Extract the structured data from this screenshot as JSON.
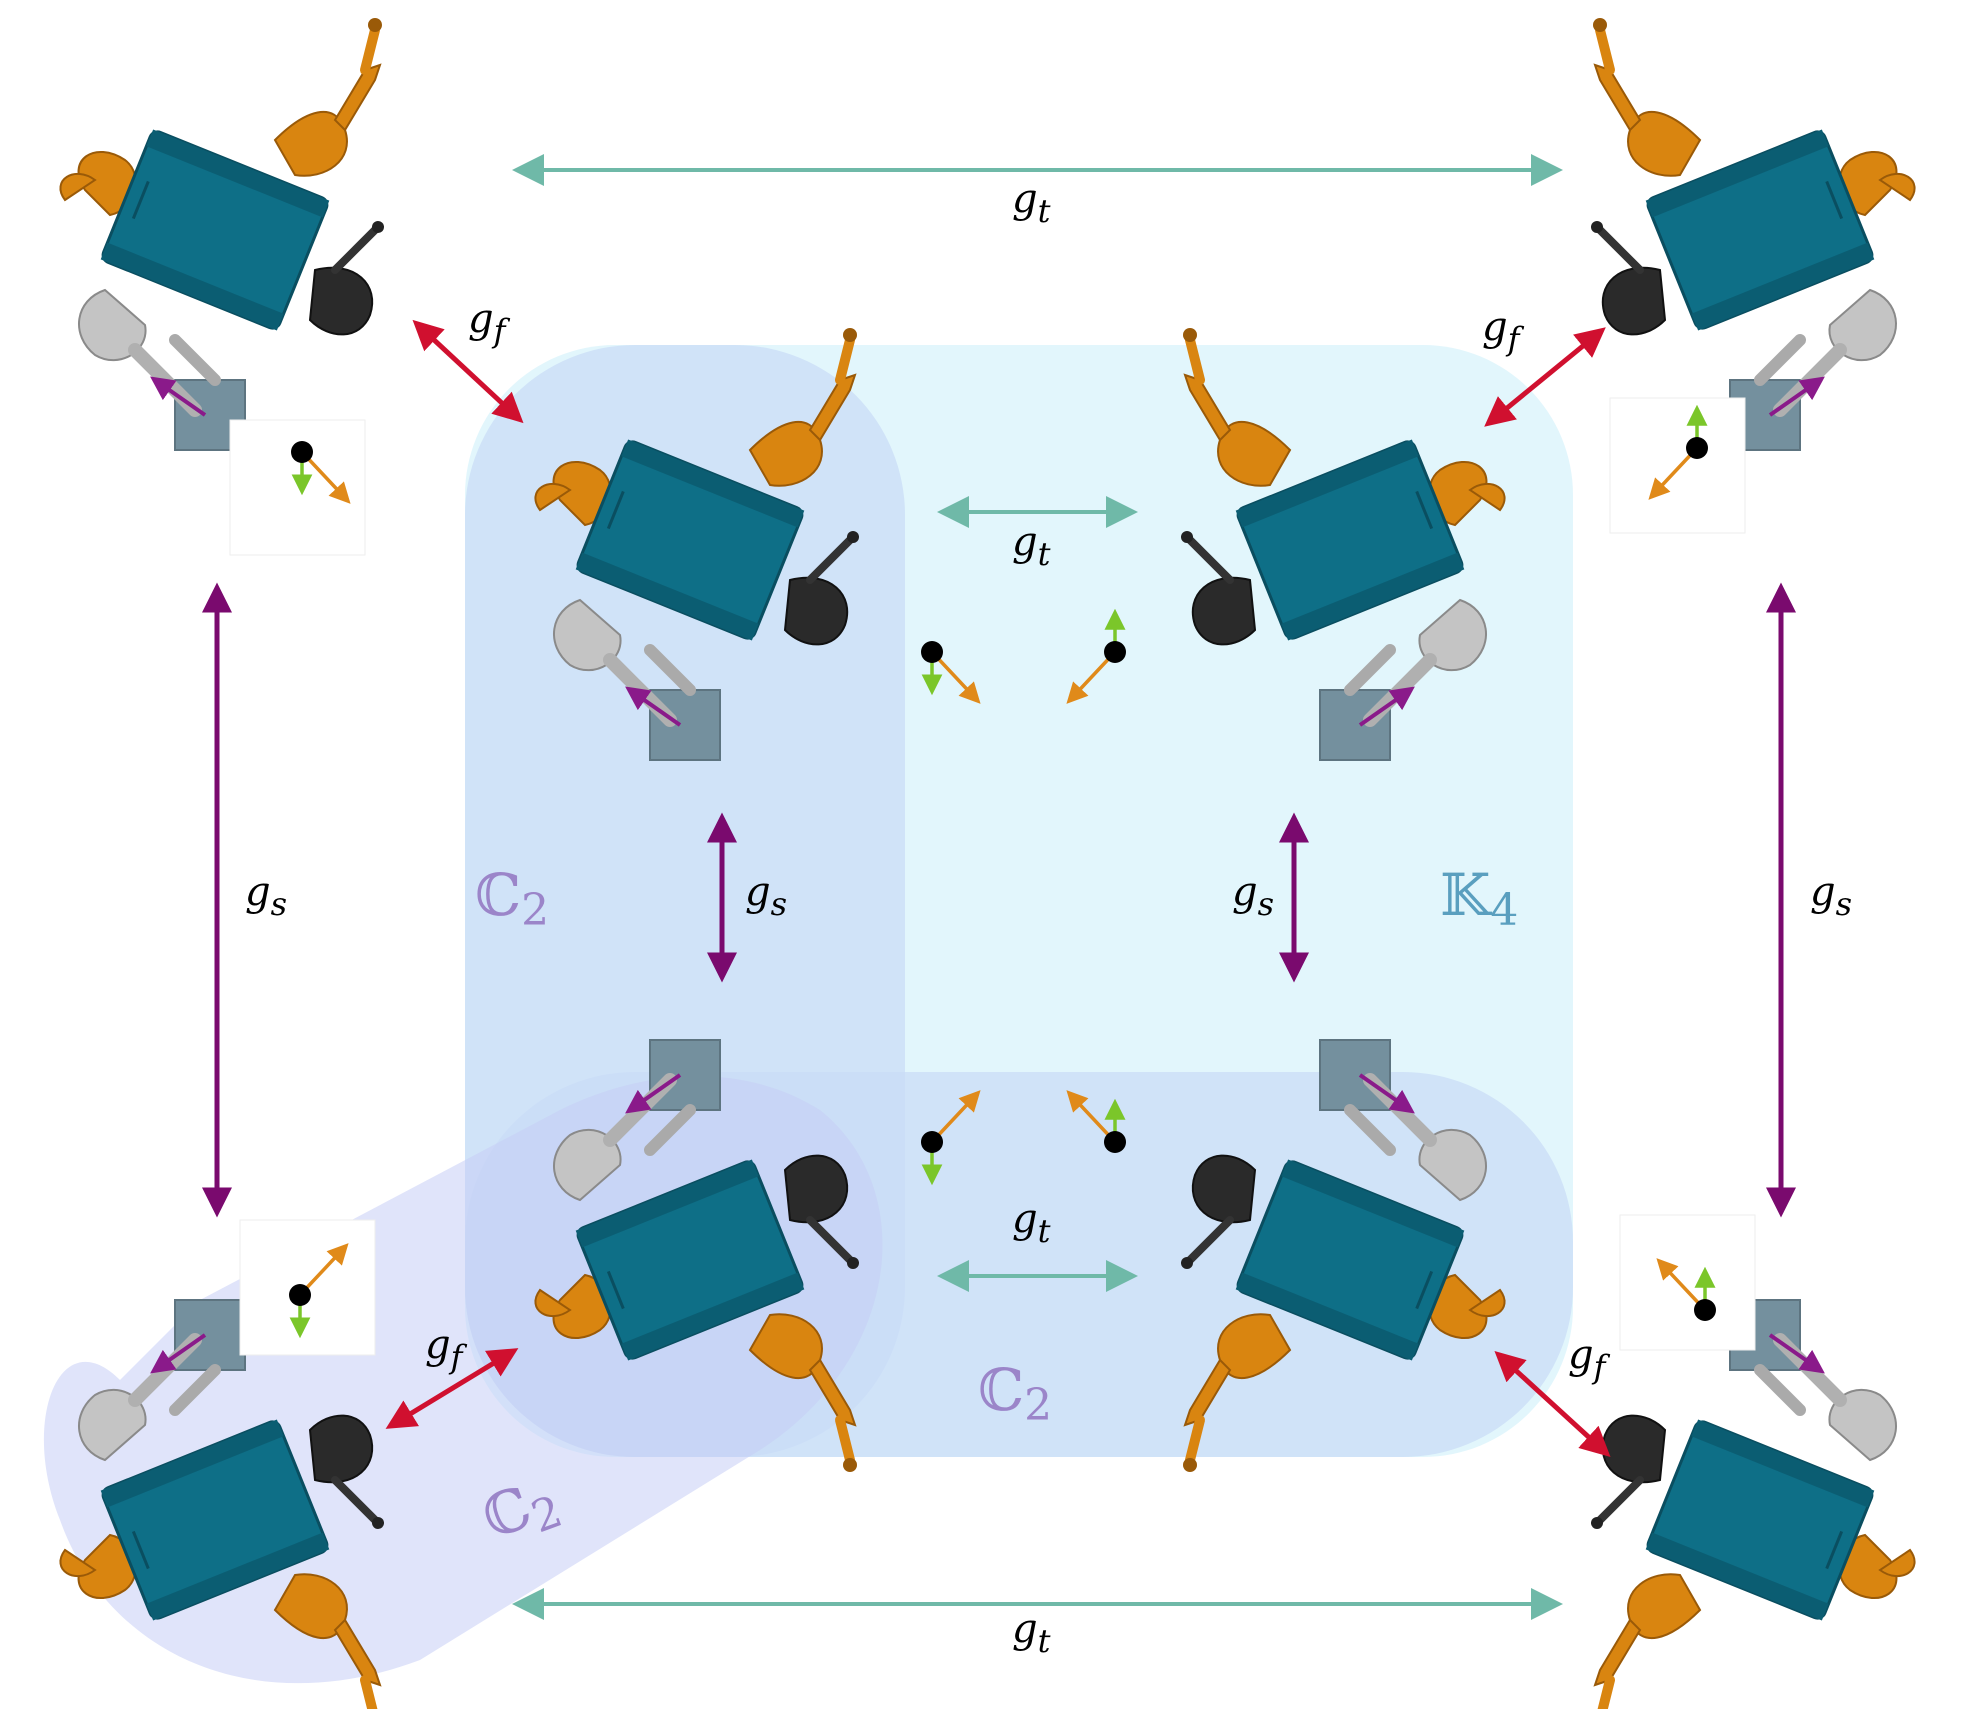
{
  "generators": {
    "translation": "g",
    "translation_sub": "t",
    "sagittal": "g",
    "sagittal_sub": "s",
    "frontal": "g",
    "frontal_sub": "f"
  },
  "groups": {
    "c2_left": "ℂ",
    "c2_left_sub": "2",
    "k4": "𝕂",
    "k4_sub": "4",
    "c2_bottom": "ℂ",
    "c2_bottom_sub": "2",
    "c2_diag": "ℂ",
    "c2_diag_sub": "2"
  },
  "colors": {
    "translation_arrow": "#6fb9a8",
    "sagittal_arrow": "#7a0a6e",
    "frontal_arrow": "#d0102f",
    "k4_region": "#dff5fc",
    "c2_region": "#c9dcf7",
    "c2_diag_region": "#d9dcf9",
    "c2_label": "#9b85c9",
    "k4_label": "#5a9fbf",
    "robot_body": "#0e6f87",
    "robot_leg_orange": "#d98510",
    "robot_leg_black": "#222222",
    "robot_leg_grey": "#bdbdbd",
    "box": "#74909e"
  }
}
